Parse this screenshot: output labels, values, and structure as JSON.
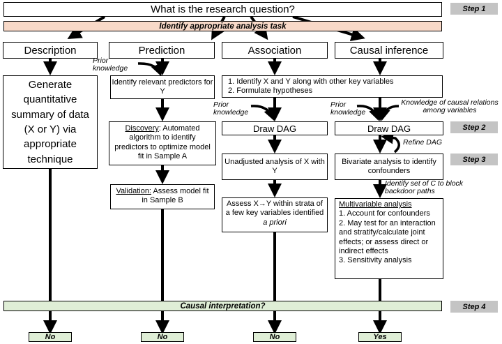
{
  "question": "What is the research question?",
  "identify_task": "Identify appropriate analysis task",
  "steps": [
    "Step 1",
    "Step 2",
    "Step 3",
    "Step 4"
  ],
  "columns": {
    "description": {
      "label": "Description",
      "summary": "Generate quantitative summary of data (X or Y) via appropriate technique"
    },
    "prediction": {
      "label": "Prediction",
      "prior": "Prior knowledge",
      "identify": "Identify relevant predictors for Y",
      "discovery_label": "Discovery",
      "discovery_text": ": Automated algorithm to identify predictors to optimize model fit in Sample A",
      "validation_label": "Validation:",
      "validation_text": " Assess model fit in Sample B"
    },
    "association": {
      "label": "Association",
      "items": [
        "1. Identify X and Y along with other key variables",
        "2. Formulate hypotheses"
      ],
      "prior": "Prior knowledge",
      "dag": "Draw DAG",
      "unadjusted": "Unadjusted analysis of X with Y",
      "strata_a": "Assess X",
      "strata_b": "Y within strata of a few key variables identified ",
      "strata_c": "a priori"
    },
    "causal": {
      "label": "Causal inference",
      "prior": "Prior knowledge",
      "knowledge": "Knowledge of causal relations among variables",
      "dag": "Draw DAG",
      "refine": "Refine DAG",
      "bivariate": "Bivariate analysis to identify confounders",
      "identify_c": "Identify set of C to block backdoor paths",
      "multi_title": "Multivariable analysis",
      "multi_items": [
        "1. Account for confounders",
        "2. May test for an interaction and stratify/calculate joint effects; or assess direct or indirect effects",
        "3. Sensitivity analysis"
      ]
    }
  },
  "causal_interpretation": "Causal interpretation?",
  "outcomes": [
    "No",
    "No",
    "No",
    "Yes"
  ],
  "colors": {
    "task_bar": "#f8d9c8",
    "interp_bar": "#dfeed6",
    "step": "#c4c4c4"
  }
}
